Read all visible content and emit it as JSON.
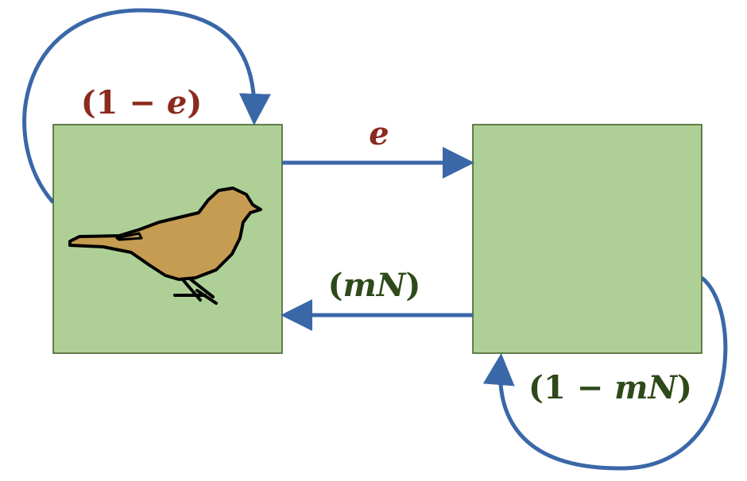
{
  "colors": {
    "box_fill": "#AED096",
    "box_stroke": "#3E5A22",
    "arrow": "#3A67A8",
    "red_text": "#8B2A1E",
    "green_text": "#2E4A1A",
    "bird_fill": "#C69C52"
  },
  "labels": {
    "self_loop_left": {
      "open": "(1 − ",
      "var": "e",
      "close": ")"
    },
    "transition_right": {
      "var": "e"
    },
    "transition_left": {
      "open": "(",
      "var": "mN",
      "close": ")"
    },
    "self_loop_right": {
      "open": "(1 − ",
      "var": "mN",
      "close": ")"
    }
  },
  "icons": {
    "bird": "bird-silhouette"
  }
}
